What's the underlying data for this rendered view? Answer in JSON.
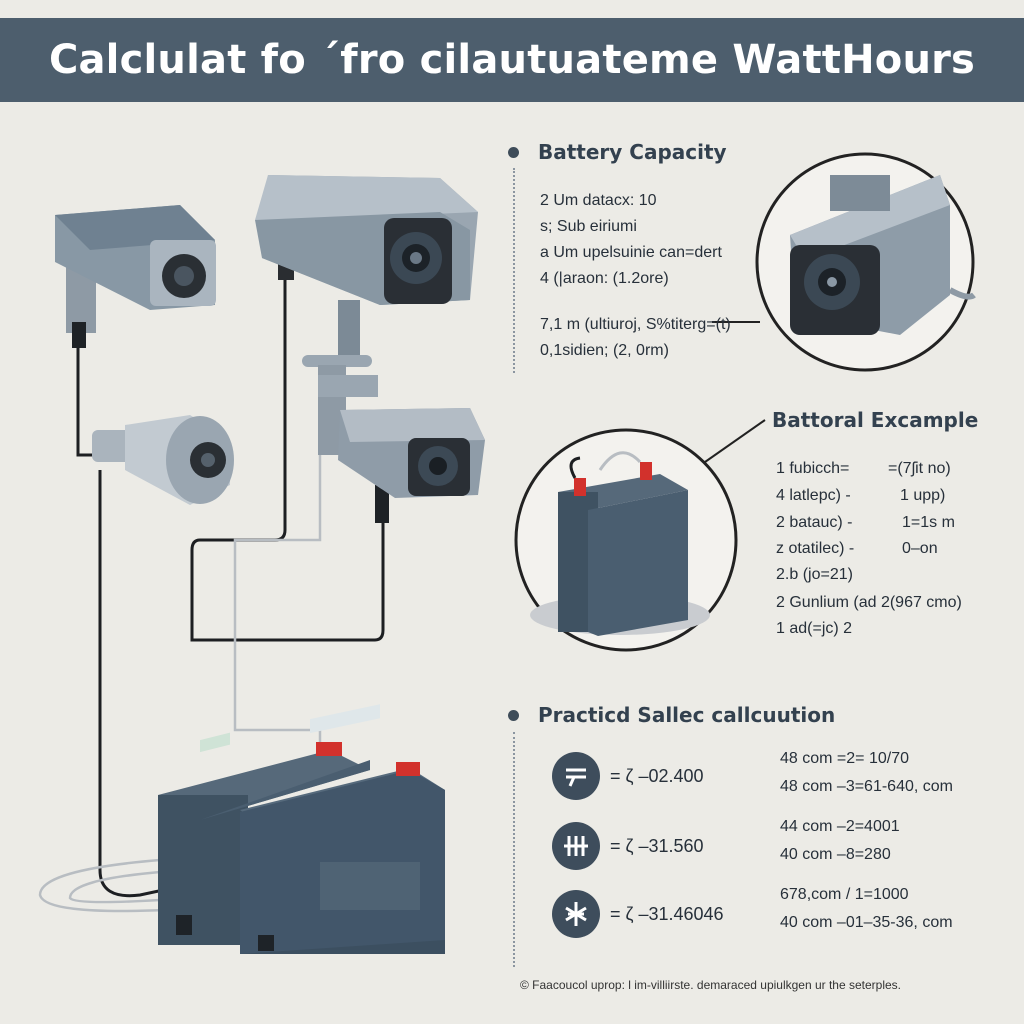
{
  "header": {
    "title": "Calclulat fo ´fro cilautuateme WattHours"
  },
  "battery_capacity": {
    "title": "Battery Capacity",
    "lines": [
      "2 Um datacx: 10",
      "s; Sub eiriumi",
      "a Um upelsuinie can=dert",
      "4 (|araon: (1.2ore)",
      "7,1 m (ultiuroj, S%titerg=(t)",
      "0,1sidien; (2, 0rm)"
    ]
  },
  "battery_example": {
    "title": "Battoral Excample",
    "rows": [
      {
        "left": "1 fubicch=",
        "right": "=(7ʃit no)"
      },
      {
        "left": "4 latlepc) -",
        "right": "1 upp)"
      },
      {
        "left": "2 batauc) -",
        "right": "1=1s m"
      },
      {
        "left": "z otatilec) -",
        "right": "0–on"
      }
    ],
    "extra_lines": [
      "2.b (jo=21)",
      "2 Gunlium (ad  2(967 cmo)",
      "1 ad(=jc)        2"
    ]
  },
  "practical": {
    "title": "Practicd Sallec callcuution",
    "rows": [
      {
        "icon": "equals-bars-icon",
        "value": "= ζ –02.400",
        "a": "48  com =2= 10/70",
        "b": "48  com –3=61-640, com"
      },
      {
        "icon": "plug-icon",
        "value": "= ζ –31.560",
        "a": "44  com –2=4001",
        "b": "40  com –8=280"
      },
      {
        "icon": "sun-icon",
        "value": "= ζ –31.46046",
        "a": "678,com / 1=1000",
        "b": "40  com –01–35-36, com"
      }
    ]
  },
  "footer": {
    "note": "© Faacoucol uprop: l im-villiirste. demaraced upiulkgen ur the seterples."
  },
  "colors": {
    "banner": "#4d5e6d",
    "background": "#ecebe6",
    "battery_body": "#3f5262",
    "camera_body": "#9aa6b1",
    "terminal_red": "#d2312c"
  }
}
